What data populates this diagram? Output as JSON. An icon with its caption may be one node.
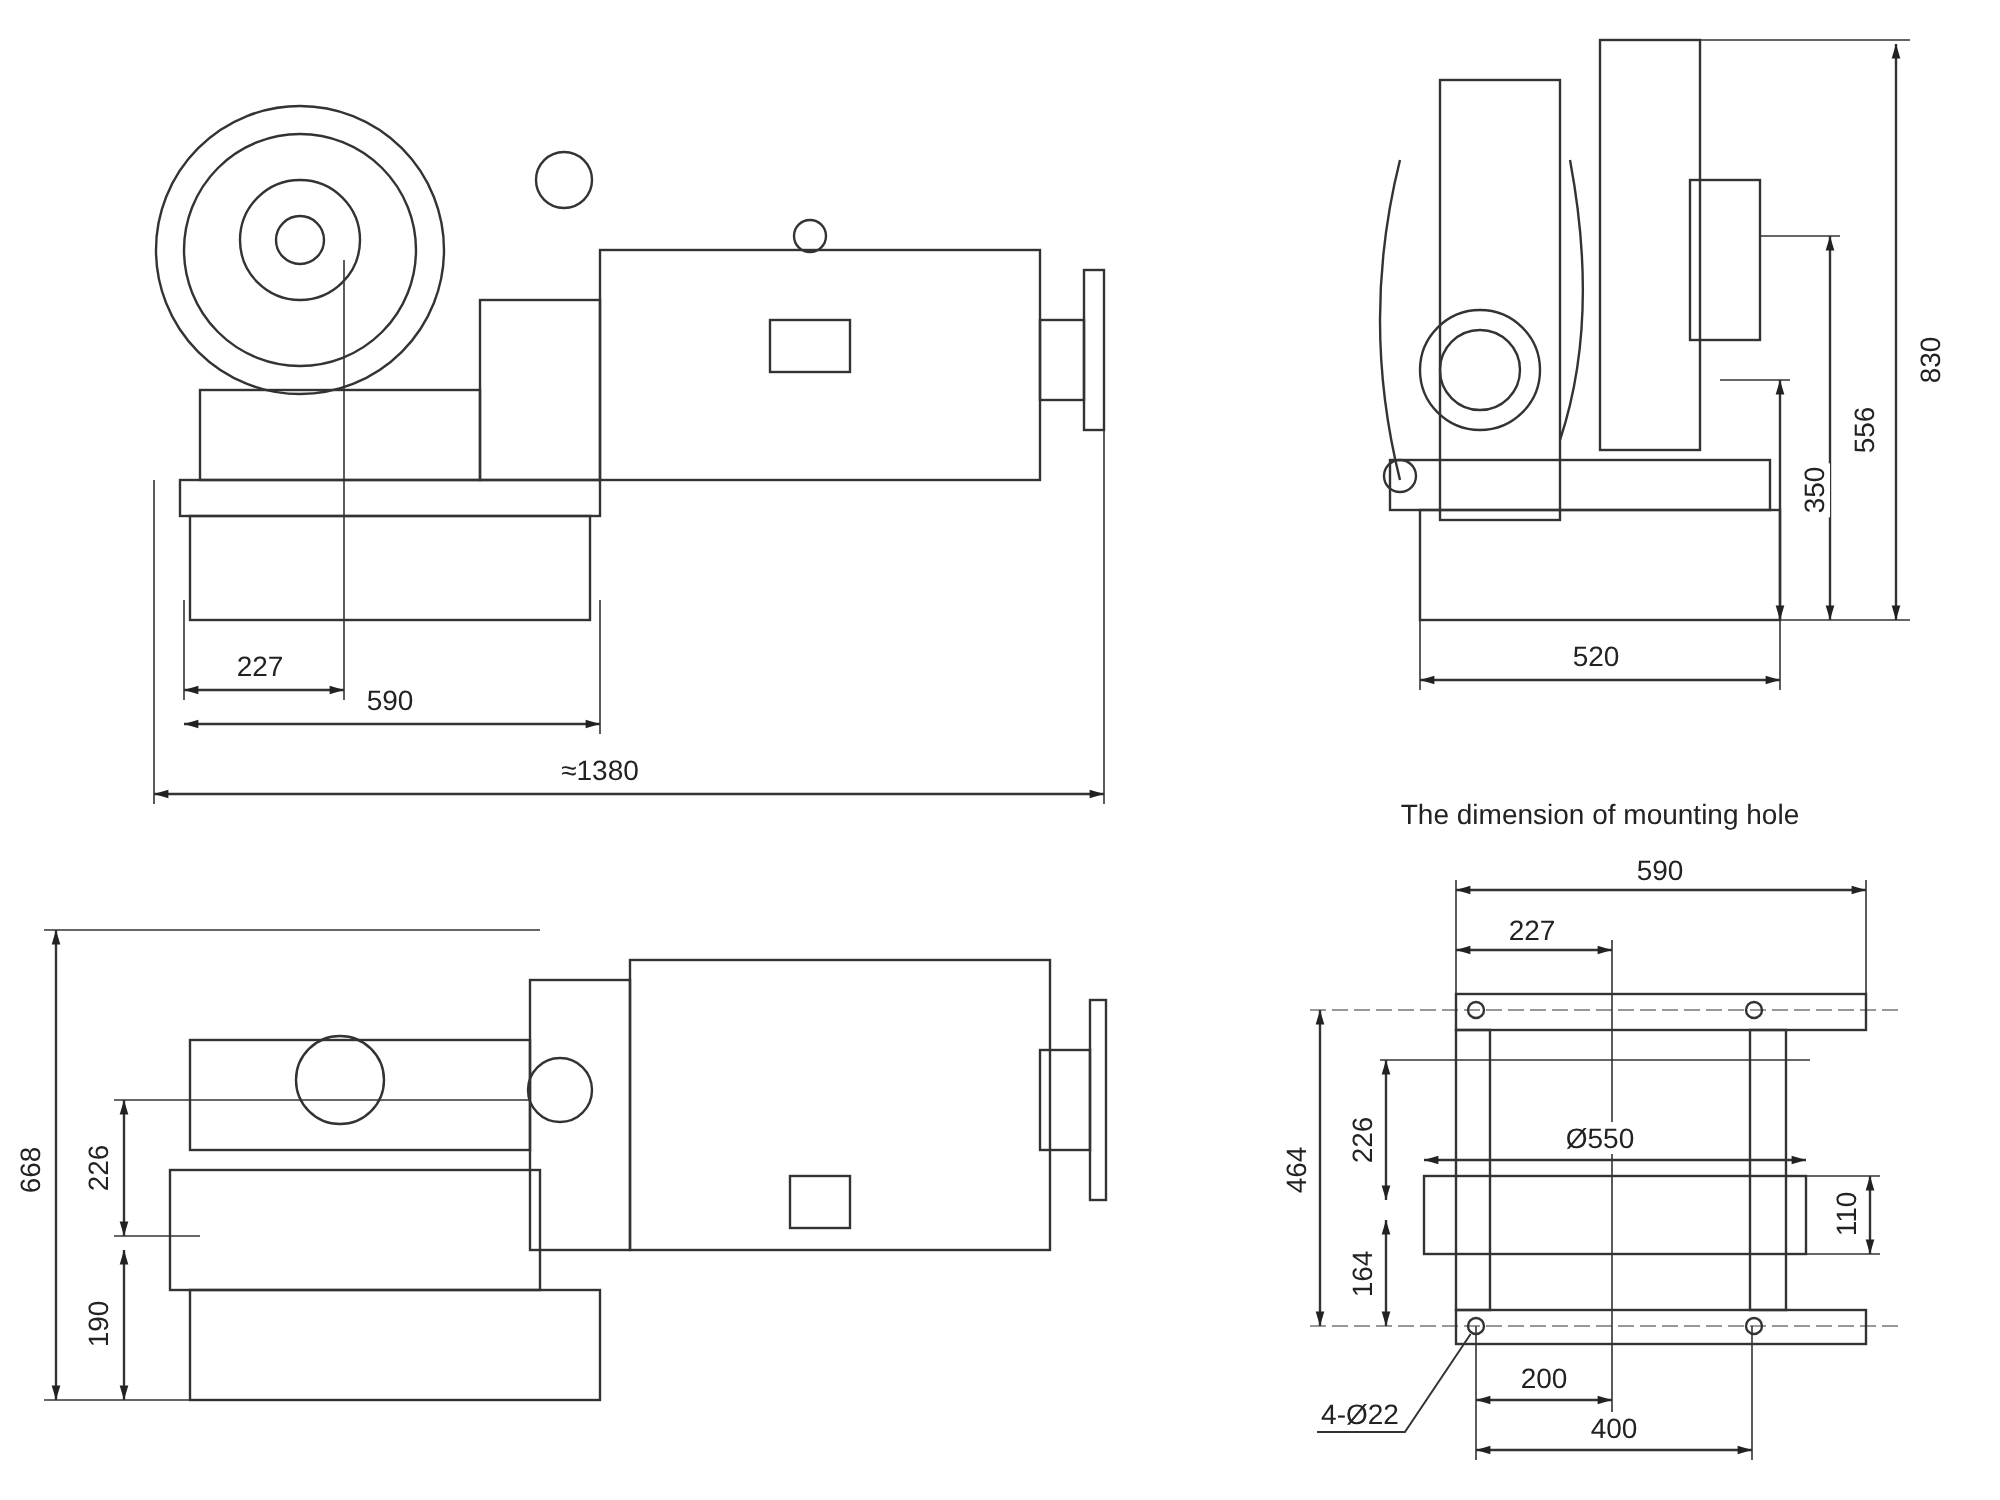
{
  "diagram": {
    "nodes": [
      {
        "text": [
          "4-Ø22"
        ]
      },
      {
        "text": [],
        "shape": "circle"
      }
    ],
    "edges": [
      {
        "from": 0,
        "to": 1,
        "arrow": "none"
      }
    ],
    "labels": [
      "227",
      "590",
      "≈1380",
      "830",
      "556",
      "350",
      "520",
      "The dimension of mounting hole",
      "590",
      "227",
      "226",
      "Ø550",
      "110",
      "464",
      "164",
      "200",
      "400",
      "668",
      "226",
      "190"
    ]
  }
}
